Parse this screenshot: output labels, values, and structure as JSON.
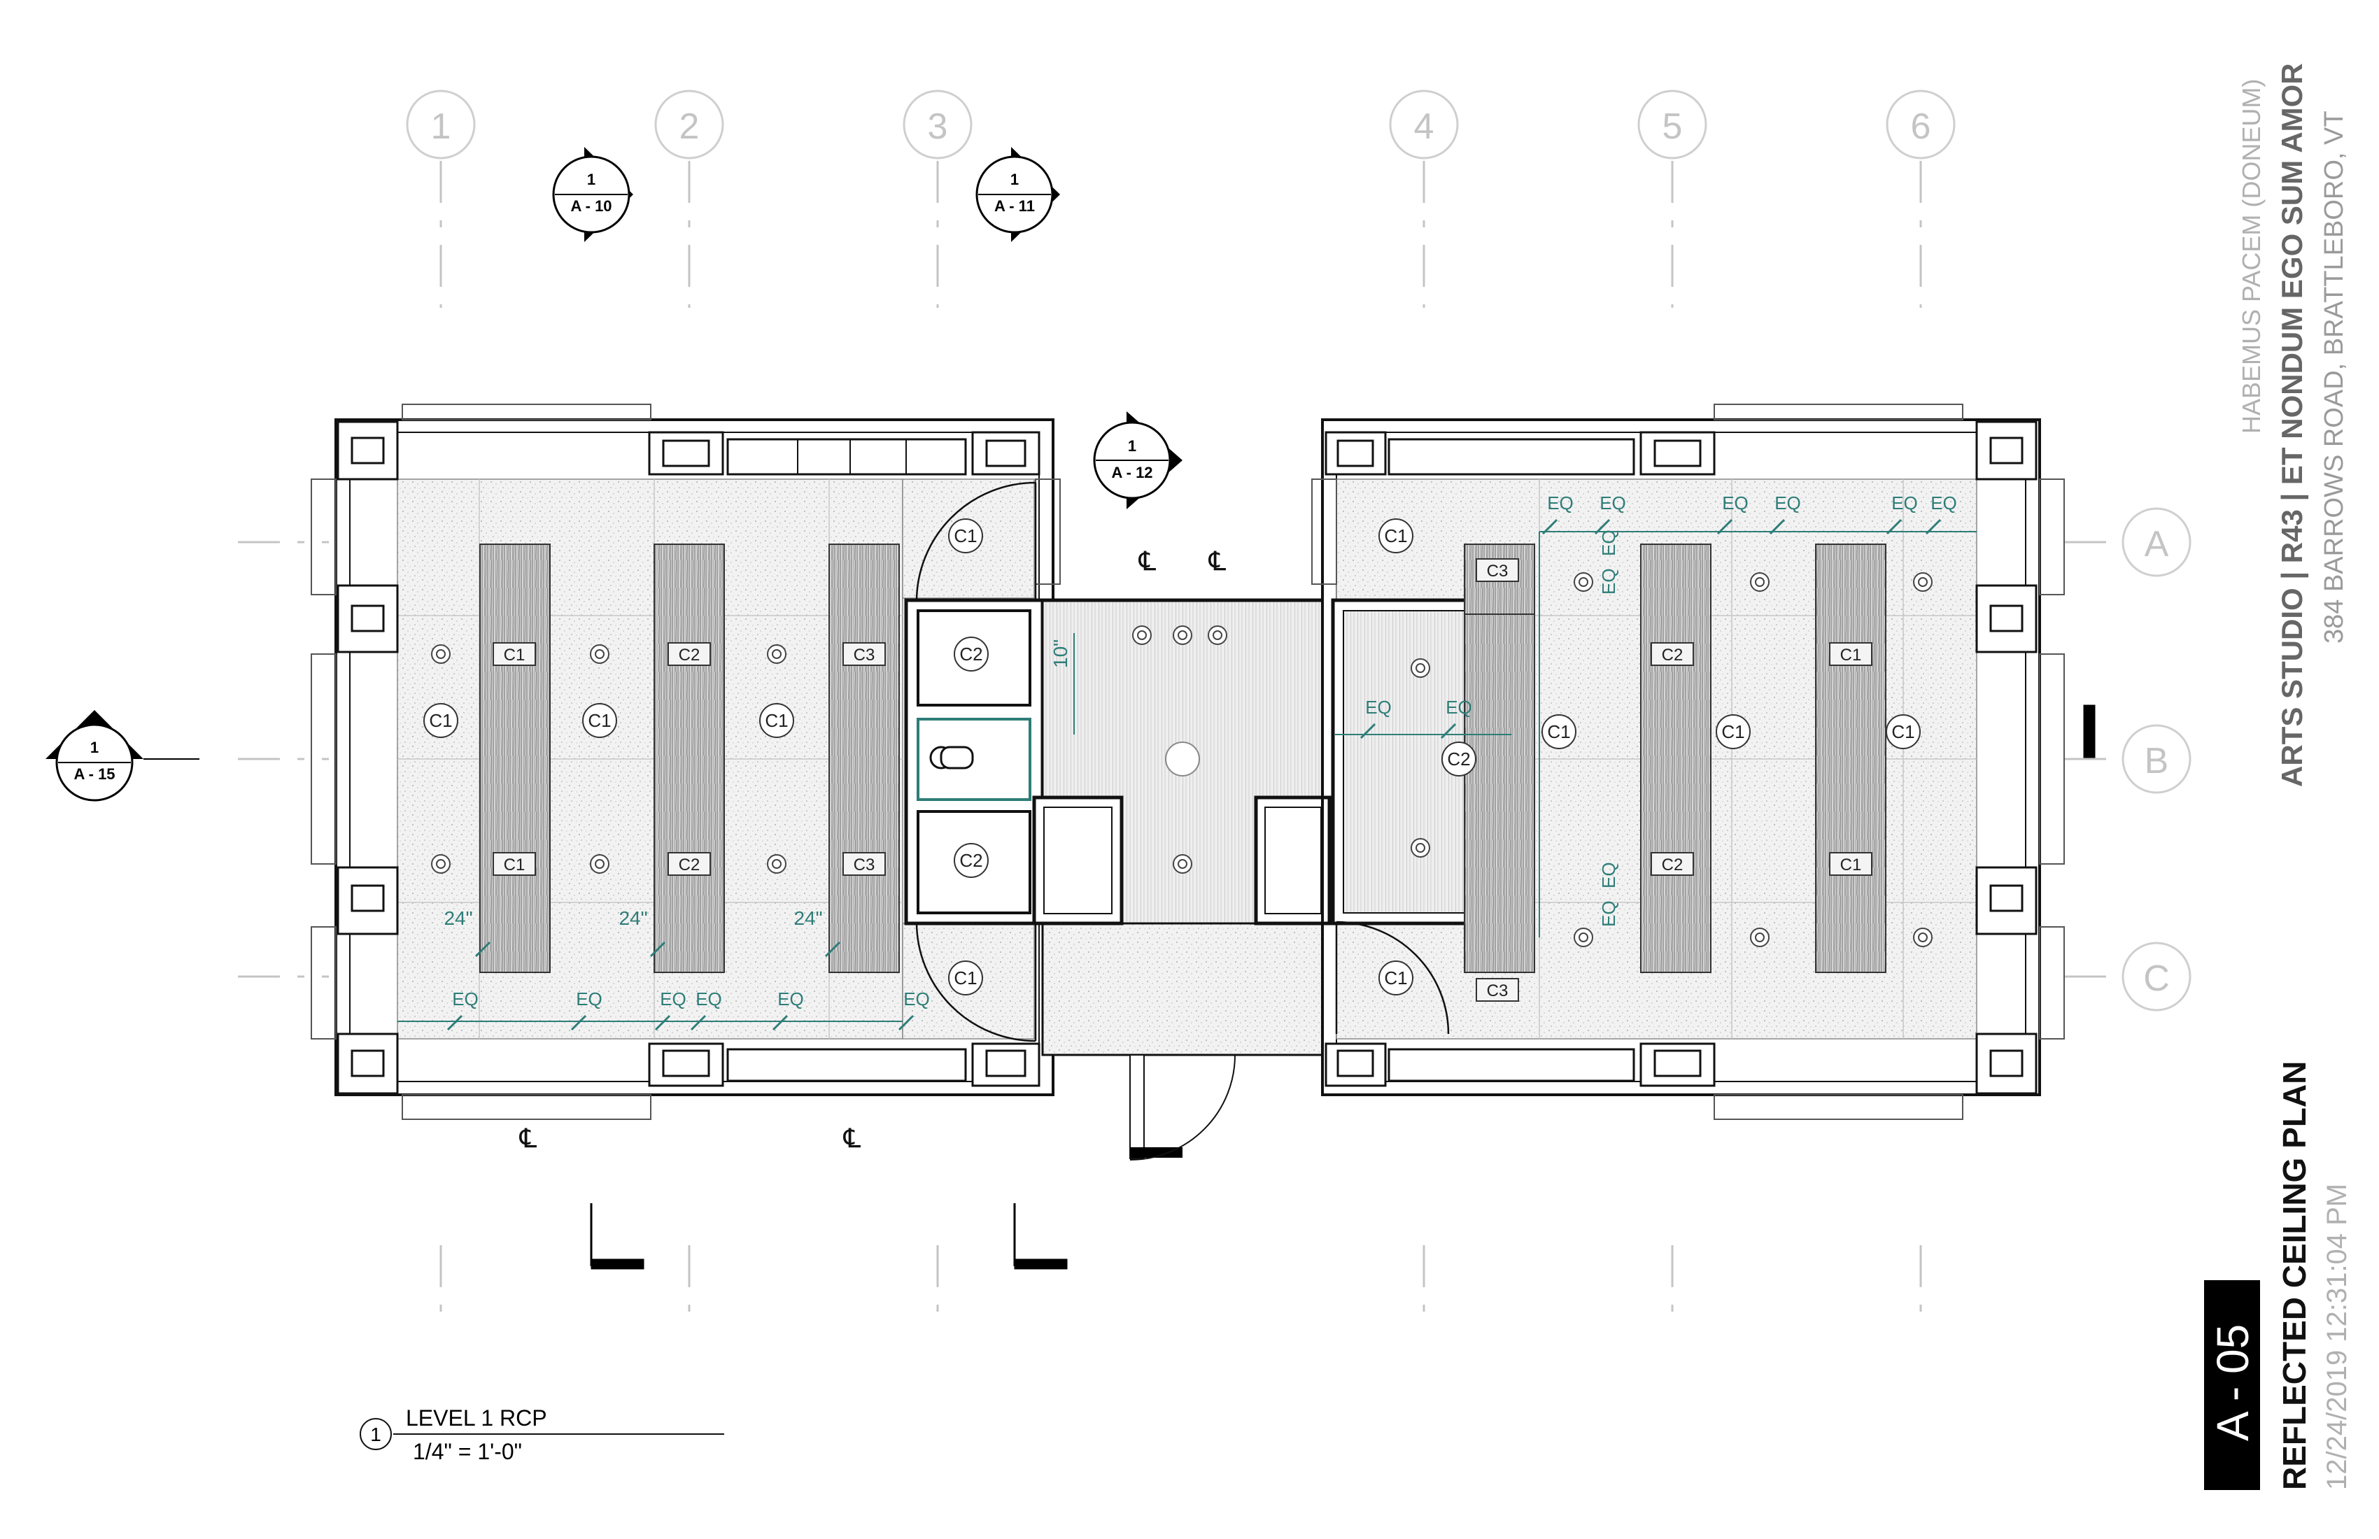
{
  "drawing": {
    "grid_columns": [
      "1",
      "2",
      "3",
      "4",
      "5",
      "6"
    ],
    "grid_rows": [
      "A",
      "B",
      "C"
    ],
    "section_markers": [
      {
        "number": "1",
        "sheet": "A - 10"
      },
      {
        "number": "1",
        "sheet": "A - 11"
      },
      {
        "number": "1",
        "sheet": "A - 12"
      },
      {
        "number": "1",
        "sheet": "A - 15"
      }
    ],
    "fixture_tags": {
      "c1": "C1",
      "c2": "C2",
      "c3": "C3"
    },
    "dimension_labels": {
      "eq": "EQ",
      "spacing_24": "24\"",
      "spacing_10": "10\""
    },
    "centerline_symbol": "℄",
    "view_title": {
      "number": "1",
      "name": "LEVEL 1 RCP",
      "scale": "1/4\" = 1'-0\""
    }
  },
  "title_block": {
    "company": "HABEMUS PACEM (DONEUM)",
    "project": "ARTS STUDIO  |  R43  |  ET NONDUM EGO SUM AMOR",
    "address": "384 BARROWS ROAD, BRATTLEBORO, VT",
    "sheet_number": "A - 05",
    "sheet_title": "REFLECTED CEILING PLAN",
    "timestamp": "12/24/2019 12:31:04 PM"
  },
  "colors": {
    "line": "#1a1a1a",
    "grid": "#bfbfbf",
    "annotation": "#2e7d78",
    "fill": "#ececec",
    "titleblock_gray": "#999999"
  }
}
